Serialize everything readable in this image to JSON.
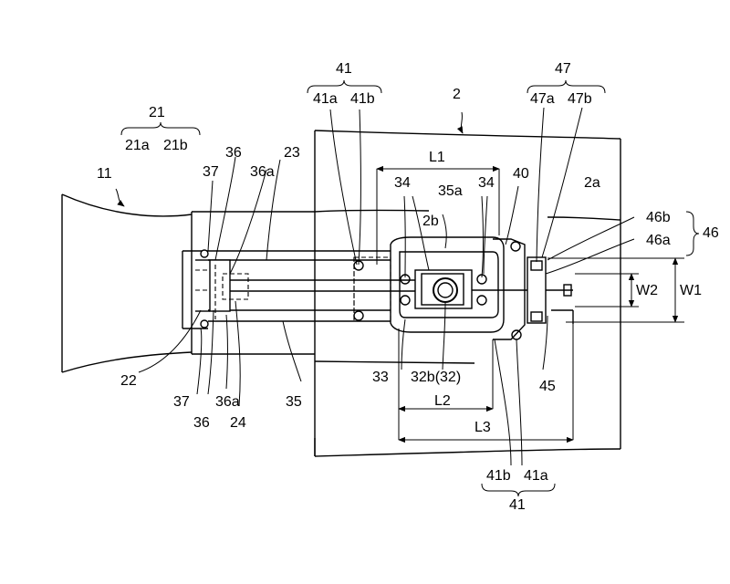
{
  "labels": {
    "n2": "2",
    "n2a": "2a",
    "n2b": "2b",
    "n11": "11",
    "n21": "21",
    "n21a": "21a",
    "n21b": "21b",
    "n22": "22",
    "n23": "23",
    "n24": "24",
    "n32b": "32b(32)",
    "n33": "33",
    "n34_left": "34",
    "n34_right": "34",
    "n35": "35",
    "n35a": "35a",
    "n36_top": "36",
    "n36a_top": "36a",
    "n36_bottom": "36",
    "n36a_bottom": "36a",
    "n37_top": "37",
    "n37_bottom": "37",
    "n40": "40",
    "n41_top": "41",
    "n41a_top": "41a",
    "n41b_top": "41b",
    "n41_bottom": "41",
    "n41a_bottom": "41a",
    "n41b_bottom": "41b",
    "n45": "45",
    "n46": "46",
    "n46a": "46a",
    "n46b": "46b",
    "n47": "47",
    "n47a": "47a",
    "n47b": "47b",
    "L1": "L1",
    "L2": "L2",
    "L3": "L3",
    "W1": "W1",
    "W2": "W2"
  }
}
